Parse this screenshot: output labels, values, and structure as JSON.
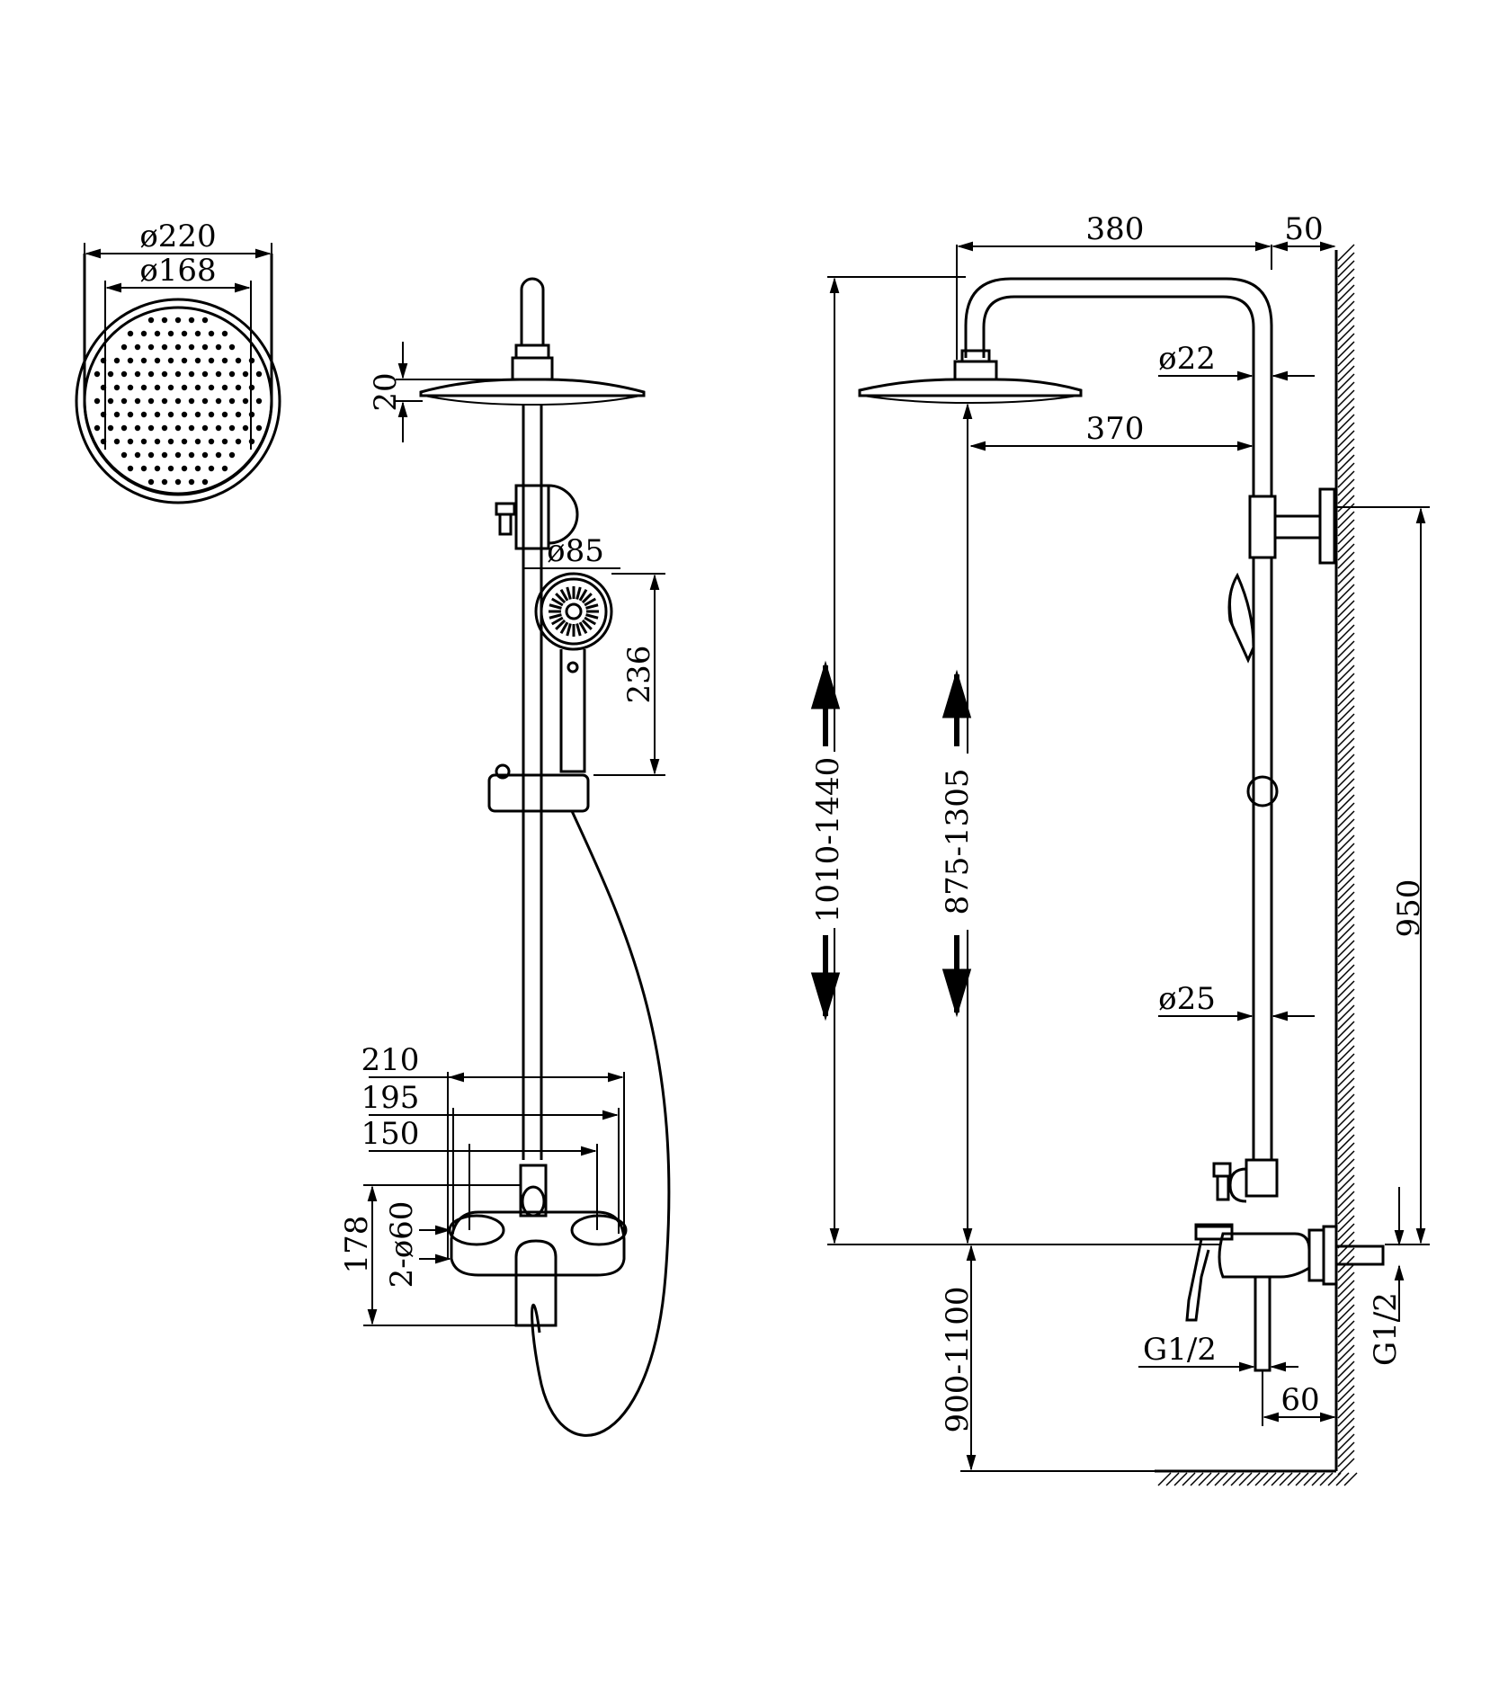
{
  "top_view": {
    "dim_outer": "ø220",
    "dim_inner": "ø168"
  },
  "front_view": {
    "dim_head_thickness": "20",
    "dim_hand_shower_dia": "ø85",
    "dim_hand_shower_height": "236",
    "dim_width_1": "210",
    "dim_width_2": "195",
    "dim_width_3": "150",
    "dim_escutcheon": "2-ø60",
    "dim_mixer_height": "178"
  },
  "side_view": {
    "dim_arm_reach": "380",
    "dim_wall_offset": "50",
    "dim_arm_dia": "ø22",
    "dim_head_to_riser": "370",
    "dim_total_height": "1010-1440",
    "dim_head_height": "875-1305",
    "dim_bracket_height": "950",
    "dim_riser_dia": "ø25",
    "dim_outlet_thread": "G1/2",
    "dim_inlet_thread": "G1/2",
    "dim_outlet_offset": "60",
    "dim_install_height": "900-1100"
  }
}
